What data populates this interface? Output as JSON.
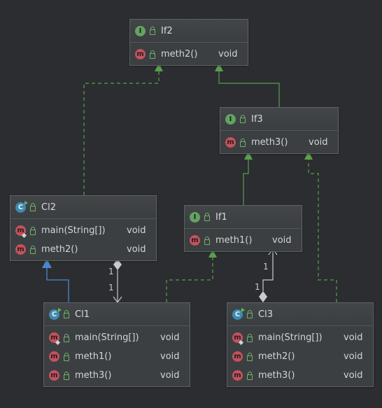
{
  "colors": {
    "background": "#2b2d30",
    "node_fill": "#3c3f41",
    "realization_edge": "#5a9e4e",
    "generalization_edge": "#4a88c7",
    "aggregation_edge": "#c8cbce"
  },
  "diagram": {
    "nodes": [
      {
        "id": "If2",
        "kind": "interface",
        "name": "If2",
        "methods": [
          {
            "name": "meth2()",
            "type": "void",
            "static": false
          }
        ]
      },
      {
        "id": "If3",
        "kind": "interface",
        "name": "If3",
        "methods": [
          {
            "name": "meth3()",
            "type": "void",
            "static": false
          }
        ]
      },
      {
        "id": "If1",
        "kind": "interface",
        "name": "If1",
        "methods": [
          {
            "name": "meth1()",
            "type": "void",
            "static": false
          }
        ]
      },
      {
        "id": "Cl2",
        "kind": "class",
        "name": "Cl2",
        "methods": [
          {
            "name": "main(String[])",
            "type": "void",
            "static": true
          },
          {
            "name": "meth2()",
            "type": "void",
            "static": false
          }
        ]
      },
      {
        "id": "Cl1",
        "kind": "class",
        "name": "Cl1",
        "methods": [
          {
            "name": "main(String[])",
            "type": "void",
            "static": true
          },
          {
            "name": "meth1()",
            "type": "void",
            "static": false
          },
          {
            "name": "meth3()",
            "type": "void",
            "static": false
          }
        ]
      },
      {
        "id": "Cl3",
        "kind": "class",
        "name": "Cl3",
        "methods": [
          {
            "name": "main(String[])",
            "type": "void",
            "static": true
          },
          {
            "name": "meth2()",
            "type": "void",
            "static": false
          },
          {
            "name": "meth3()",
            "type": "void",
            "static": false
          }
        ]
      }
    ],
    "edges": [
      {
        "from": "Cl2",
        "to": "If2",
        "kind": "realization"
      },
      {
        "from": "If3",
        "to": "If2",
        "kind": "extends-interface"
      },
      {
        "from": "If1",
        "to": "If3",
        "kind": "extends-interface"
      },
      {
        "from": "Cl3",
        "to": "If3",
        "kind": "realization"
      },
      {
        "from": "Cl1",
        "to": "Cl2",
        "kind": "generalization"
      },
      {
        "from": "Cl1",
        "to": "If1",
        "kind": "realization"
      },
      {
        "from": "Cl2",
        "to": "Cl1",
        "kind": "aggregation",
        "label_from": "1",
        "label_to": "1"
      },
      {
        "from": "Cl3",
        "to": "If1",
        "kind": "aggregation",
        "label_from": "1",
        "label_to": "1"
      }
    ]
  },
  "icons": {
    "interface": "interface-icon",
    "class": "class-icon",
    "method": "method-icon",
    "visibility": "public-lock-icon",
    "static": "static-marker-icon"
  }
}
